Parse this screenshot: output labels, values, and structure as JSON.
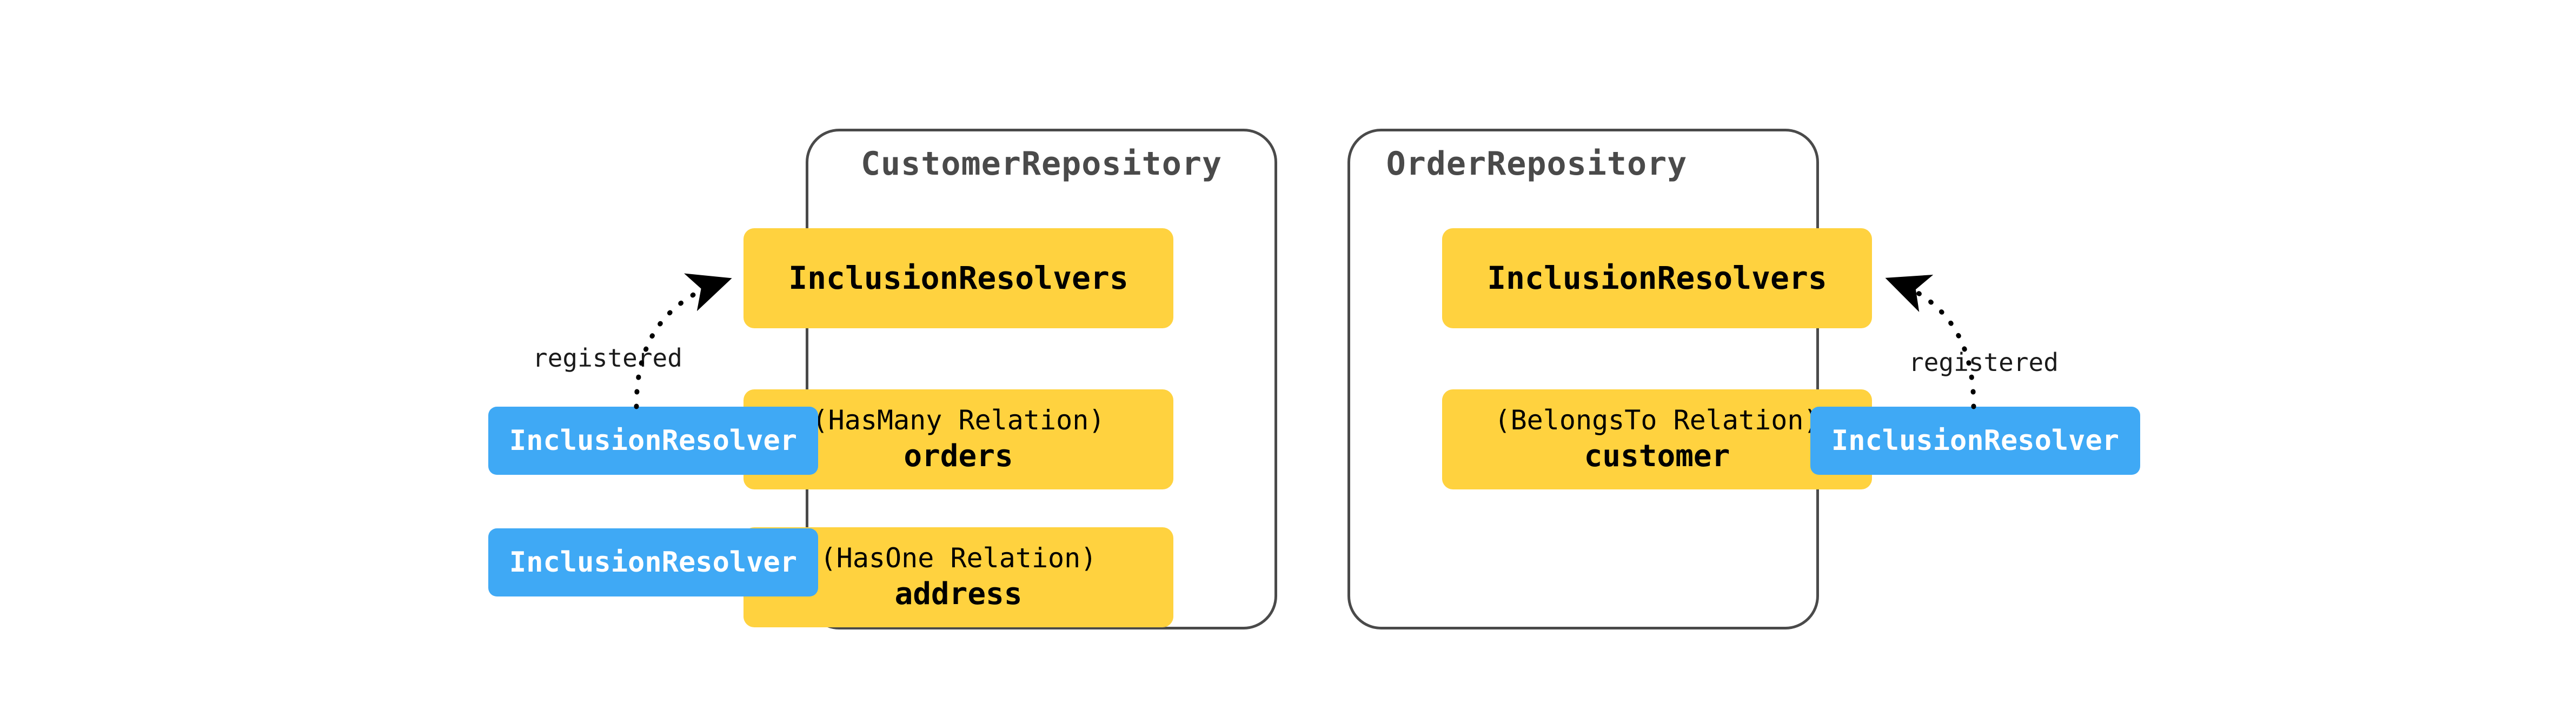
{
  "diagram": {
    "title_font_color": "#4a4a4a",
    "accent_yellow": "#FFD23F",
    "accent_blue": "#3FA9F5",
    "stroke_color": "#4a4a4a",
    "background": "#ffffff"
  },
  "repositories": [
    {
      "id": "customer-repository",
      "title": "CustomerRepository",
      "resolvers_box": {
        "label": "InclusionResolvers"
      },
      "relations": [
        {
          "type": "(HasMany Relation)",
          "name": "orders",
          "resolver_label": "InclusionResolver"
        },
        {
          "type": "(HasOne Relation)",
          "name": "address",
          "resolver_label": "InclusionResolver"
        }
      ],
      "edge_label": "registered"
    },
    {
      "id": "order-repository",
      "title": "OrderRepository",
      "resolvers_box": {
        "label": "InclusionResolvers"
      },
      "relations": [
        {
          "type": "(BelongsTo Relation)",
          "name": "customer",
          "resolver_label": "InclusionResolver"
        }
      ],
      "edge_label": "registered"
    }
  ]
}
